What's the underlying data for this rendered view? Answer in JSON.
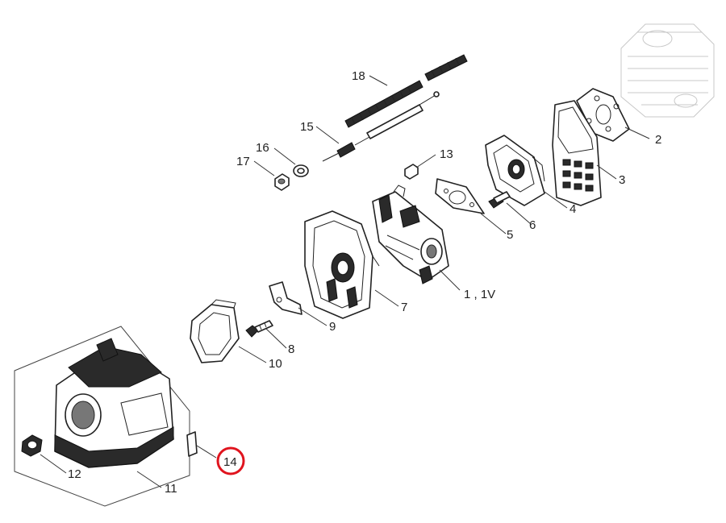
{
  "diagram": {
    "callouts": {
      "c1": "1 , 1V",
      "c2": "2",
      "c3": "3",
      "c4": "4",
      "c5": "5",
      "c6": "6",
      "c7": "7",
      "c8": "8",
      "c9": "9",
      "c10": "10",
      "c11": "11",
      "c12": "12",
      "c13": "13",
      "c14": "14",
      "c15": "15",
      "c16": "16",
      "c17": "17",
      "c18": "18"
    },
    "highlight": {
      "callout": "14",
      "color": "#e0141e"
    }
  }
}
